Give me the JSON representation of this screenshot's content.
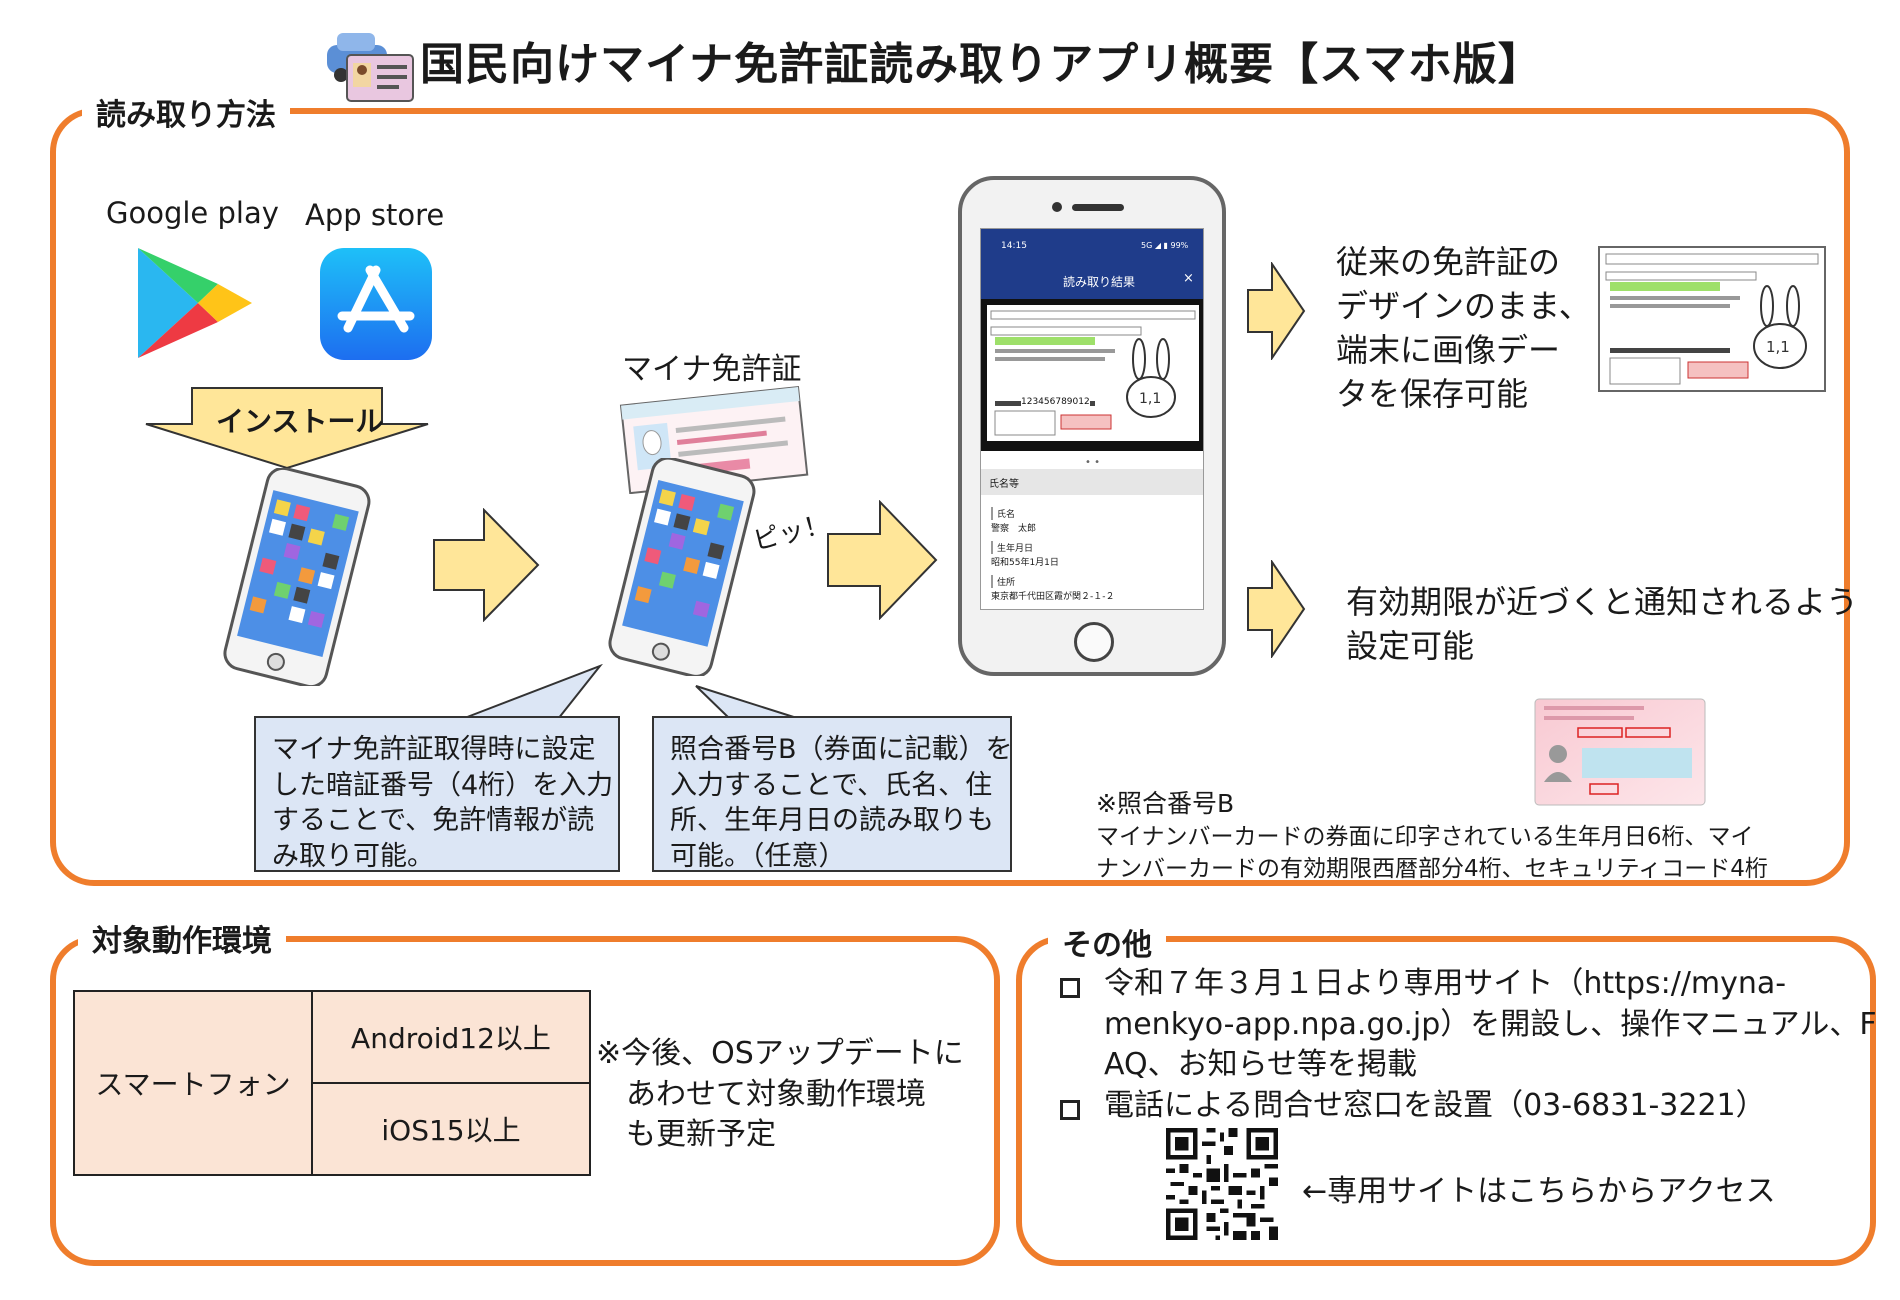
{
  "title": "国民向けマイナ免許証読み取りアプリ概要【スマホ版】",
  "sections": {
    "reading": {
      "label": "読み取り方法",
      "stores": {
        "google": "Google play",
        "apple": "App store"
      },
      "install_label": "インストール",
      "card_label": "マイナ免許証",
      "beep_label": "ピッ！",
      "callout_left": [
        "マイナ免許証取得時に設定",
        "した暗証番号（4桁）を入力",
        "することで、免許情報が読",
        "み取り可能。"
      ],
      "callout_right": [
        "照合番号B（券面に記載）を",
        "入力することで、氏名、住",
        "所、生年月日の読み取りも",
        "可能。（任意）"
      ],
      "phone_screen": {
        "status_time": "14:15",
        "status_right": "5G ◢ ▮ 99%",
        "header": "読み取り結果",
        "close": "×",
        "section_title": "氏名等",
        "fields": [
          {
            "label": "氏名",
            "value": "警察　太郎"
          },
          {
            "label": "生年月日",
            "value": "昭和55年1月1日"
          },
          {
            "label": "住所",
            "value": "東京都千代田区霞が関２-１-２"
          }
        ],
        "license_number": "123456789012"
      },
      "result_save": [
        "従来の免許証の",
        "デザインのまま、",
        "端末に画像デー",
        "タを保存可能"
      ],
      "result_notify": [
        "有効期限が近づくと通知されるよう",
        "設定可能"
      ],
      "note_b": [
        "※照合番号B",
        "マイナンバーカードの券面に印字されている生年月日6桁、マイ",
        "ナンバーカードの有効期限西暦部分4桁、セキュリティコード4桁"
      ]
    },
    "environment": {
      "label": "対象動作環境",
      "device": "スマートフォン",
      "android": "Android12以上",
      "ios": "iOS15以上",
      "note": [
        "※今後、OSアップデートに",
        "あわせて対象動作環境",
        "も更新予定"
      ]
    },
    "other": {
      "label": "その他",
      "item1": [
        "令和７年３月１日より専用サイト（https://myna-",
        "menkyo-app.npa.go.jp）を開設し、操作マニュアル、F",
        "AQ、お知らせ等を掲載"
      ],
      "item2": "電話による問合せ窓口を設置（03-6831-3221）",
      "qr_caption": "←専用サイトはこちらからアクセス"
    }
  },
  "colors": {
    "frame": "#ef7d2c",
    "callout_bg": "#dce6f5",
    "table_bg": "#fbe4d5",
    "arrow_fill": "#ffe699",
    "phone_header": "#1f3c8a"
  }
}
